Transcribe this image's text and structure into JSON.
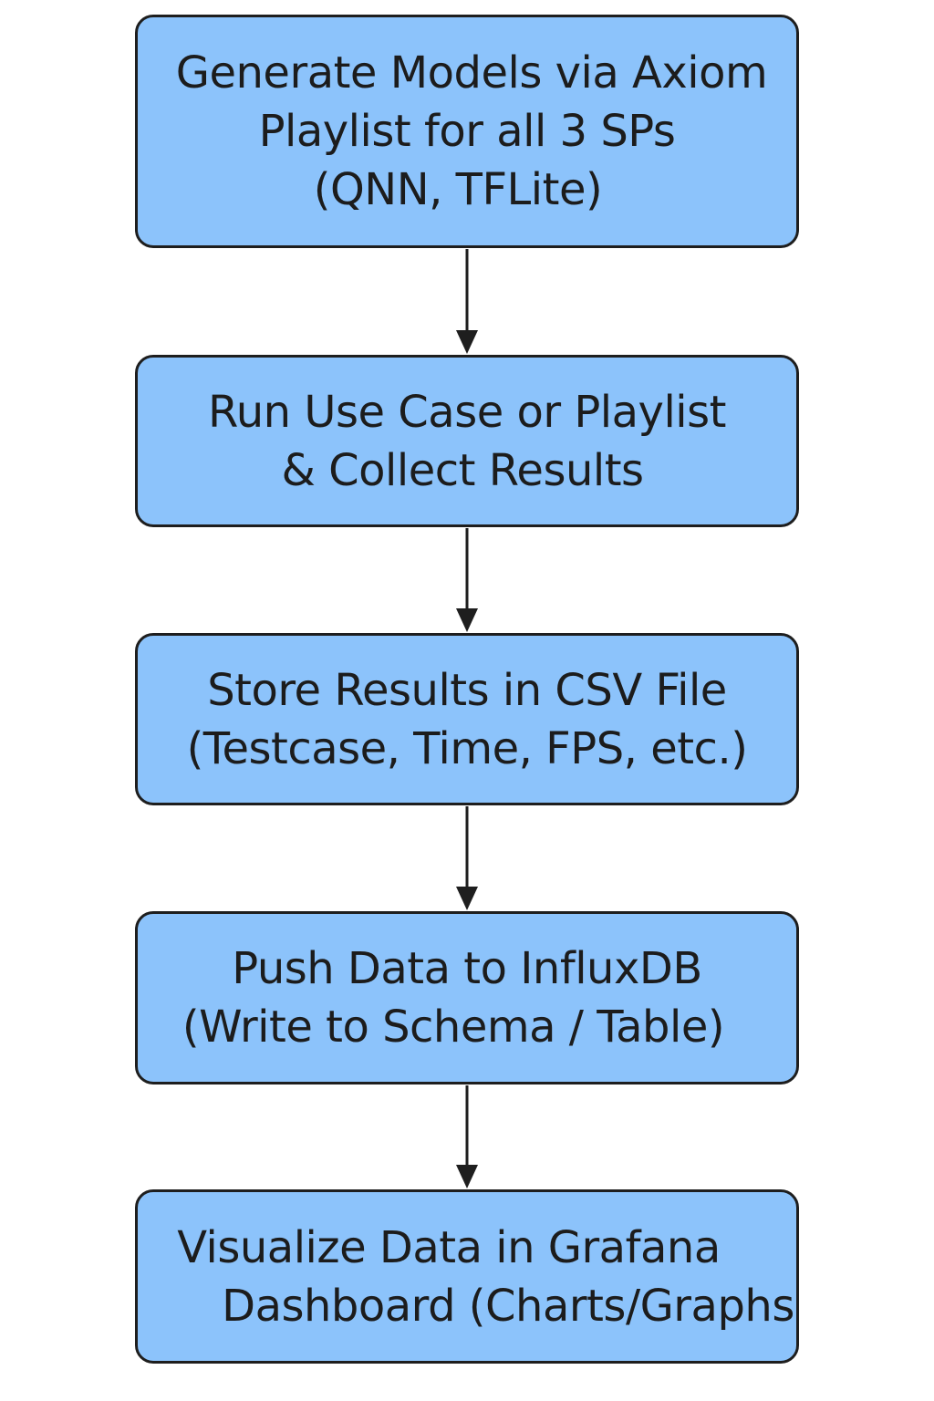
{
  "flowchart": {
    "steps": [
      {
        "id": "generate-models",
        "lines": [
          "Generate Models via Axiom",
          "Playlist for all 3 SPs",
          "(QNN, TFLite)"
        ]
      },
      {
        "id": "run-use-case",
        "lines": [
          "Run Use Case or Playlist",
          "& Collect Results"
        ]
      },
      {
        "id": "store-results",
        "lines": [
          "Store Results in CSV File",
          "(Testcase, Time, FPS, etc.)"
        ]
      },
      {
        "id": "push-data",
        "lines": [
          "Push Data to InfluxDB",
          "(Write to Schema / Table)"
        ]
      },
      {
        "id": "visualize-data",
        "lines": [
          "Visualize Data in Grafana",
          "Dashboard (Charts/Graphs"
        ]
      }
    ],
    "colors": {
      "box_fill": "#8cc3fb",
      "box_border": "#1e1e1e",
      "arrow": "#1e1e1e",
      "text": "#1c1c1c",
      "background": "#ffffff"
    }
  }
}
